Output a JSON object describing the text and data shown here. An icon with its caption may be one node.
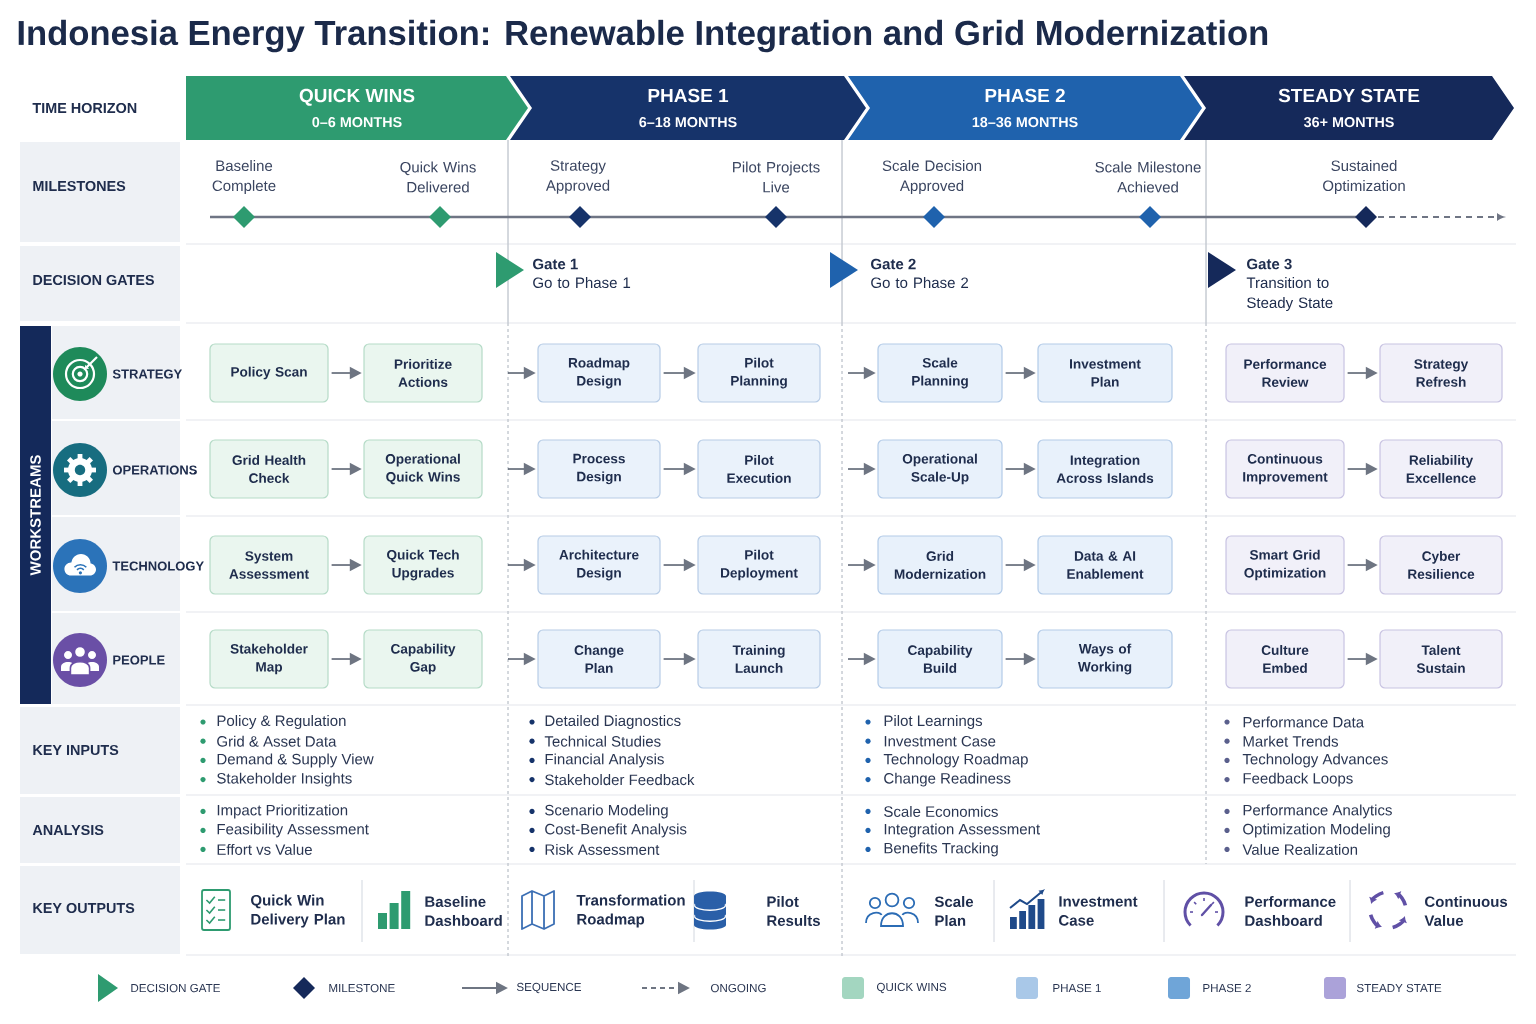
{
  "diagram": {
    "title": "Indonesia Energy Transition: Renewable Integration and Grid Modernization",
    "nodes": [
      {
        "text": [
          "QUICK WINS",
          "0–6 MONTHS"
        ]
      },
      {
        "text": [
          "PHASE 1",
          "6–18 MONTHS"
        ]
      },
      {
        "text": [
          "PHASE 2",
          "18–36 MONTHS"
        ]
      },
      {
        "text": [
          "STEADY STATE",
          "36+ MONTHS"
        ]
      },
      {
        "text": [
          "Policy Scan"
        ]
      },
      {
        "text": [
          "Prioritize Actions"
        ]
      },
      {
        "text": [
          "Roadmap Design"
        ]
      },
      {
        "text": [
          "Pilot Planning"
        ]
      },
      {
        "text": [
          "Scale Planning"
        ]
      },
      {
        "text": [
          "Investment Plan"
        ]
      },
      {
        "text": [
          "Performance Review"
        ]
      },
      {
        "text": [
          "Strategy Refresh"
        ]
      },
      {
        "text": [
          "Grid Health Check"
        ]
      },
      {
        "text": [
          "Operational Quick Wins"
        ]
      },
      {
        "text": [
          "Process Design"
        ]
      },
      {
        "text": [
          "Pilot Execution"
        ]
      },
      {
        "text": [
          "Operational Scale-Up"
        ]
      },
      {
        "text": [
          "Integration Across Islands"
        ]
      },
      {
        "text": [
          "Continuous Improvement"
        ]
      },
      {
        "text": [
          "Reliability Excellence"
        ]
      },
      {
        "text": [
          "System Assessment"
        ]
      },
      {
        "text": [
          "Quick Tech Upgrades"
        ]
      },
      {
        "text": [
          "Architecture Design"
        ]
      },
      {
        "text": [
          "Pilot Deployment"
        ]
      },
      {
        "text": [
          "Grid Modernization"
        ]
      },
      {
        "text": [
          "Data & AI Enablement"
        ]
      },
      {
        "text": [
          "Smart Grid Optimization"
        ]
      },
      {
        "text": [
          "Cyber Resilience"
        ]
      },
      {
        "text": [
          "Stakeholder Map"
        ]
      },
      {
        "text": [
          "Capability Gap"
        ]
      },
      {
        "text": [
          "Change Plan"
        ]
      },
      {
        "text": [
          "Training Launch"
        ]
      },
      {
        "text": [
          "Capability Build"
        ]
      },
      {
        "text": [
          "Ways of Working"
        ]
      },
      {
        "text": [
          "Culture Embed"
        ]
      },
      {
        "text": [
          "Talent Sustain"
        ]
      }
    ],
    "edges": [
      {
        "from": 4,
        "to": 5,
        "arrow": "to"
      },
      {
        "from": null,
        "to": 6,
        "arrow": "to"
      },
      {
        "from": 6,
        "to": 7,
        "arrow": "to"
      },
      {
        "from": null,
        "to": 8,
        "arrow": "to"
      },
      {
        "from": 8,
        "to": 9,
        "arrow": "to"
      },
      {
        "from": 10,
        "to": 11,
        "arrow": "to"
      },
      {
        "from": 12,
        "to": 13,
        "arrow": "to"
      },
      {
        "from": null,
        "to": 14,
        "arrow": "to"
      },
      {
        "from": 14,
        "to": 15,
        "arrow": "to"
      },
      {
        "from": null,
        "to": 16,
        "arrow": "to"
      },
      {
        "from": 16,
        "to": 17,
        "arrow": "to"
      },
      {
        "from": 18,
        "to": 19,
        "arrow": "to"
      },
      {
        "from": 20,
        "to": 21,
        "arrow": "to"
      },
      {
        "from": null,
        "to": 22,
        "arrow": "to"
      },
      {
        "from": 22,
        "to": 23,
        "arrow": "to"
      },
      {
        "from": null,
        "to": 24,
        "arrow": "to"
      },
      {
        "from": 24,
        "to": 25,
        "arrow": "to"
      },
      {
        "from": 26,
        "to": 27,
        "arrow": "to"
      },
      {
        "from": 28,
        "to": 29,
        "arrow": "to"
      },
      {
        "from": null,
        "to": 30,
        "arrow": "to"
      },
      {
        "from": 30,
        "to": 31,
        "arrow": "to"
      },
      {
        "from": null,
        "to": 32,
        "arrow": "to"
      },
      {
        "from": 32,
        "to": 33,
        "arrow": "to"
      },
      {
        "from": 34,
        "to": 35,
        "arrow": "to"
      }
    ],
    "labels": [
      "TIME HORIZON",
      "MILESTONES",
      "Baseline Complete",
      "Quick Wins Delivered",
      "Strategy Approved",
      "Pilot Projects Live",
      "Scale Decision Approved",
      "Scale Milestone Achieved",
      "Sustained Optimization",
      "DECISION GATES",
      "Gate 1",
      "Go to Phase 1",
      "Gate 2",
      "Go to Phase 2",
      "Gate 3",
      "Transition to Steady State",
      "WORKSTREAMS",
      "STRATEGY",
      "OPERATIONS",
      "TECHNOLOGY",
      "PEOPLE",
      "KEY INPUTS",
      "Policy & Regulation",
      "Grid & Asset Data",
      "Demand & Supply View",
      "Stakeholder Insights",
      "Detailed Diagnostics",
      "Technical Studies",
      "Financial Analysis",
      "Stakeholder Feedback",
      "Pilot Learnings",
      "Investment Case",
      "Technology Roadmap",
      "Change Readiness",
      "Performance Data",
      "Market Trends",
      "Technology Advances",
      "Feedback Loops",
      "ANALYSIS",
      "Impact Prioritization",
      "Feasibility Assessment",
      "Effort vs Value",
      "Scenario Modeling",
      "Cost-Benefit Analysis",
      "Risk Assessment",
      "Scale Economics",
      "Integration Assessment",
      "Benefits Tracking",
      "Performance Analytics",
      "Optimization Modeling",
      "Value Realization",
      "KEY OUTPUTS",
      "Quick Win Delivery Plan",
      "Baseline Dashboard",
      "Transformation Roadmap",
      "Pilot Results",
      "Scale Plan",
      "Investment Case",
      "Performance Dashboard",
      "Continuous Value"
    ],
    "legend": [
      {
        "text": "DECISION GATE"
      },
      {
        "text": "MILESTONE"
      },
      {
        "text": "SEQUENCE"
      },
      {
        "text": "ONGOING"
      },
      {
        "text": "QUICK WINS",
        "color": "#a3d6c0"
      },
      {
        "text": "PHASE 1",
        "color": "#a9c8e8"
      },
      {
        "text": "PHASE 2",
        "color": "#6fa5d8"
      },
      {
        "text": "STEADY STATE",
        "color": "#aba2d9"
      }
    ]
  }
}
